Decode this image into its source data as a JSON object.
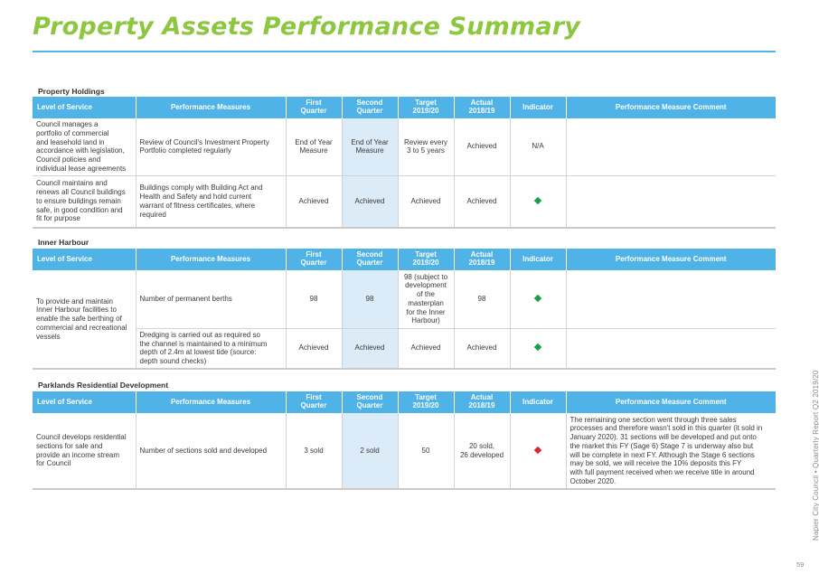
{
  "title": "Property Assets Performance Summary",
  "colors": {
    "title": "#8dc63f",
    "header": "#4fb3e8",
    "highlight": "#dbebf8",
    "achieved": "#16a04a",
    "not_achieved": "#e2262d"
  },
  "headers": {
    "level_of_service": "Level of Service",
    "performance_measures": "Performance Measures",
    "first_quarter": [
      "First",
      "Quarter"
    ],
    "second_quarter": [
      "Second",
      "Quarter"
    ],
    "target": [
      "Target",
      "2019/20"
    ],
    "actual": [
      "Actual",
      "2018/19"
    ],
    "indicator": "Indicator",
    "comment": "Performance Measure Comment"
  },
  "sections": [
    {
      "heading": "Property Holdings",
      "rows": [
        {
          "level_lines": [
            "Council manages a",
            "portfolio of commercial",
            "and leasehold land in",
            "accordance with legislation,",
            "Council policies and",
            "individual lease agreements"
          ],
          "measure_lines": [
            "Review of Council's Investment Property",
            "Portfolio completed regularly"
          ],
          "q1_lines": [
            "End of Year",
            "Measure"
          ],
          "q2_lines": [
            "End of Year",
            "Measure"
          ],
          "target_lines": [
            "Review every",
            "3 to 5 years"
          ],
          "actual": "Achieved",
          "indicator_text": "N/A",
          "comment": ""
        },
        {
          "level_lines": [
            "Council maintains and",
            "renews all Council buildings",
            "to ensure buildings remain",
            "safe, in good condition and",
            "fit for purpose"
          ],
          "measure_lines": [
            "Buildings comply with Building Act and",
            "Health and Safety and hold current",
            "warrant of fitness certificates, where",
            "required"
          ],
          "q1": "Achieved",
          "q2": "Achieved",
          "target": "Achieved",
          "actual": "Achieved",
          "indicator": "green-diamond",
          "comment": ""
        }
      ]
    },
    {
      "heading": "Inner Harbour",
      "level_lines": [
        "To provide and maintain",
        "Inner Harbour facilities to",
        "enable the safe berthing of",
        "commercial and recreational",
        "vessels"
      ],
      "rows": [
        {
          "measure": "Number of permanent berths",
          "q1": "98",
          "q2": "98",
          "target_lines": [
            "98 (subject to",
            "development",
            "of the",
            "masterplan",
            "for the Inner",
            "Harbour)"
          ],
          "actual": "98",
          "indicator": "green-diamond",
          "comment": ""
        },
        {
          "measure_lines": [
            "Dredging is carried out as required so",
            "the channel is maintained to a minimum",
            "depth of 2.4m at lowest tide (source:",
            "depth sound checks)"
          ],
          "q1": "Achieved",
          "q2": "Achieved",
          "target": "Achieved",
          "actual": "Achieved",
          "indicator": "green-diamond",
          "comment": ""
        }
      ]
    },
    {
      "heading": "Parklands Residential Development",
      "rows": [
        {
          "level_lines": [
            "Council develops residential",
            "sections for sale and",
            "provide an income stream",
            "for Council"
          ],
          "measure": "Number of sections sold and developed",
          "q1": "3 sold",
          "q2": "2 sold",
          "target": "50",
          "actual_lines": [
            "20 sold,",
            "26 developed"
          ],
          "indicator": "red-diamond",
          "comment_lines": [
            "The remaining one section went through three sales",
            "processes and therefore wasn't sold in this quarter (it sold in",
            "January 2020). 31 sections will be developed and put onto",
            "the market this FY (Sage 6) Stage 7 is underway also but",
            "will be complete in next FY. Although the Stage 6 sections",
            "may be sold, we will receive the 10% deposits this FY",
            "with full payment received when we receive title in around",
            "October 2020."
          ]
        }
      ]
    }
  ],
  "footer": {
    "side_text": "Napier City Council • Quarterly Report Q2 2019/20",
    "page_number": "59"
  }
}
